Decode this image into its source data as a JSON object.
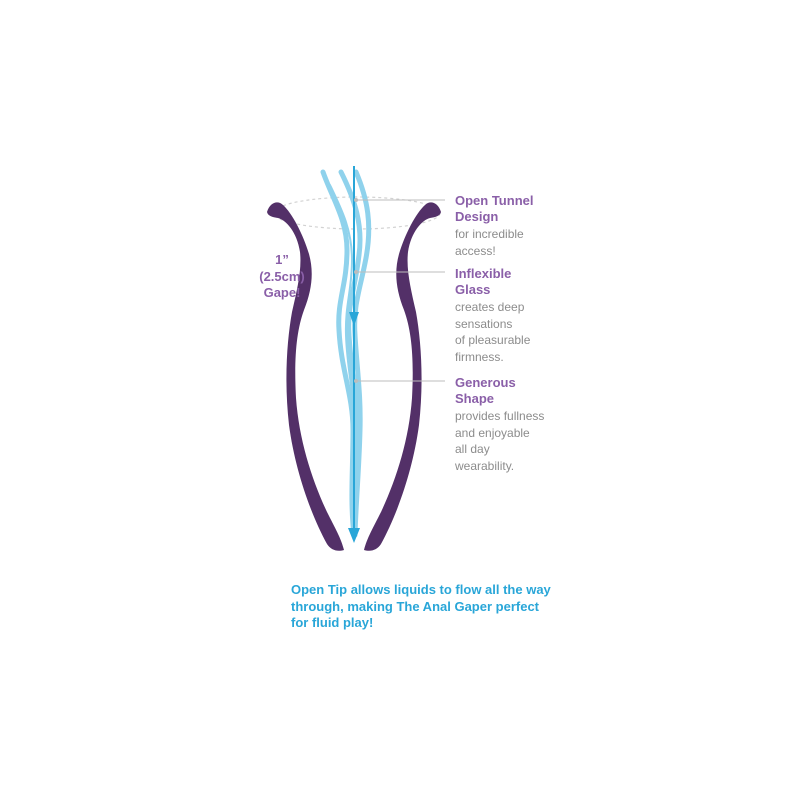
{
  "colors": {
    "outline": "#533068",
    "stream": "#8fd2ec",
    "arrow": "#29a6d8",
    "label": "#8a5fa8",
    "text": "#8c8c8c",
    "caption": "#29a6d8"
  },
  "gape_label": "1”\n(2.5cm)\nGape!",
  "features": [
    {
      "title": "Open Tunnel\nDesign",
      "description": "for incredible\naccess!"
    },
    {
      "title": "Inflexible\nGlass",
      "description": "creates deep\nsensations\nof pleasurable\nfirmness."
    },
    {
      "title": "Generous\nShape",
      "description": "provides fullness\nand enjoyable\nall day\nwearability."
    }
  ],
  "caption": "Open Tip allows liquids to flow all the way through, making The Anal Gaper perfect for fluid play!"
}
